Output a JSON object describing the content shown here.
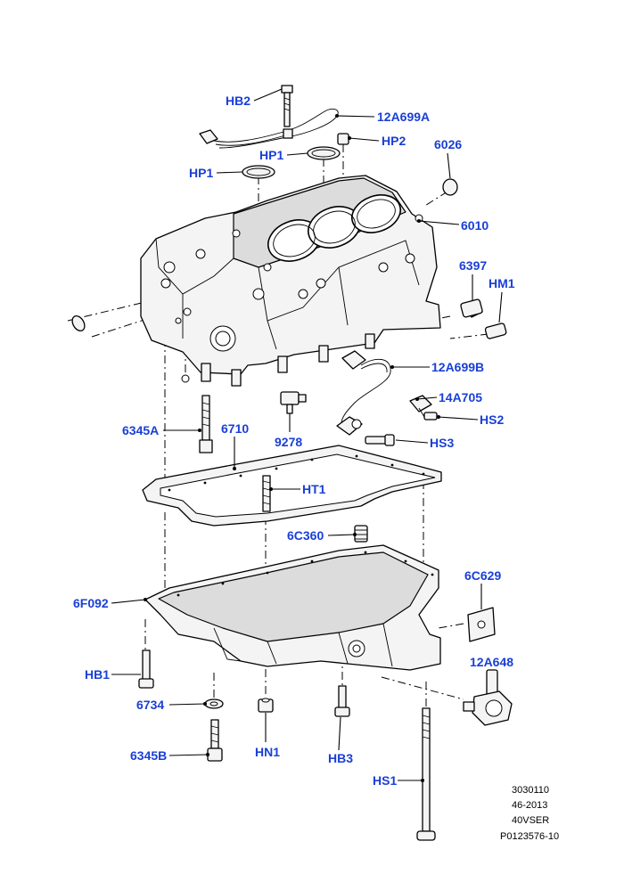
{
  "callouts": {
    "hb2": "HB2",
    "c12a699a": "12A699A",
    "hp2": "HP2",
    "hp1_top": "HP1",
    "hp1_left": "HP1",
    "c6026": "6026",
    "c6010": "6010",
    "c6397": "6397",
    "hm1": "HM1",
    "c12a699b": "12A699B",
    "c14a705": "14A705",
    "hs2": "HS2",
    "hs3": "HS3",
    "c6345a": "6345A",
    "c6710": "6710",
    "c9278": "9278",
    "ht1": "HT1",
    "c6c360": "6C360",
    "c6f092": "6F092",
    "c6c629": "6C629",
    "hb1": "HB1",
    "c12a648": "12A648",
    "c6734": "6734",
    "c6345b": "6345B",
    "hn1": "HN1",
    "hb3": "HB3",
    "hs1": "HS1"
  },
  "reference_block": [
    "3030110",
    "46-2013",
    "40VSER",
    "P0123576-10"
  ],
  "colors": {
    "callout": "#1a3fd6",
    "line": "#000000",
    "background": "#ffffff"
  }
}
